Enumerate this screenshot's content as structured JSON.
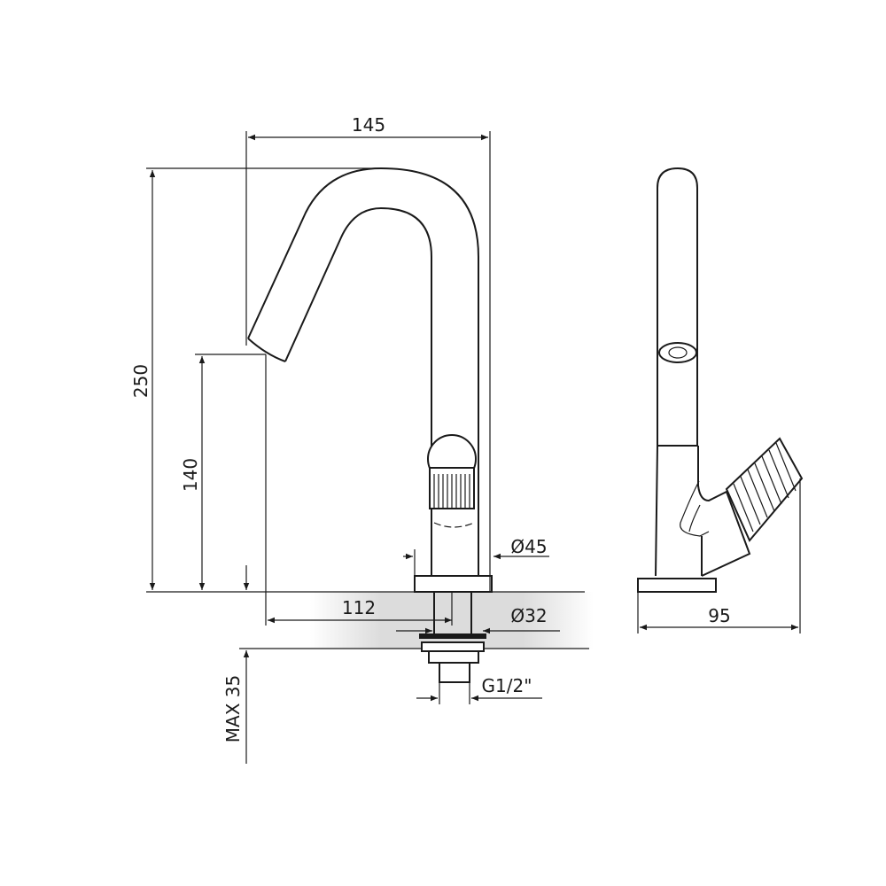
{
  "title": "Faucet technical drawing",
  "dimensions": {
    "width_spout": "145",
    "total_height": "250",
    "spout_height": "140",
    "spout_reach": "112",
    "body_diameter": "Ø45",
    "hole_diameter": "Ø32",
    "thread": "G1/2\"",
    "max_countertop": "MAX 35",
    "side_depth": "95"
  },
  "colors": {
    "line": "#1a1a1a",
    "countertop": "#d9d9d9"
  }
}
